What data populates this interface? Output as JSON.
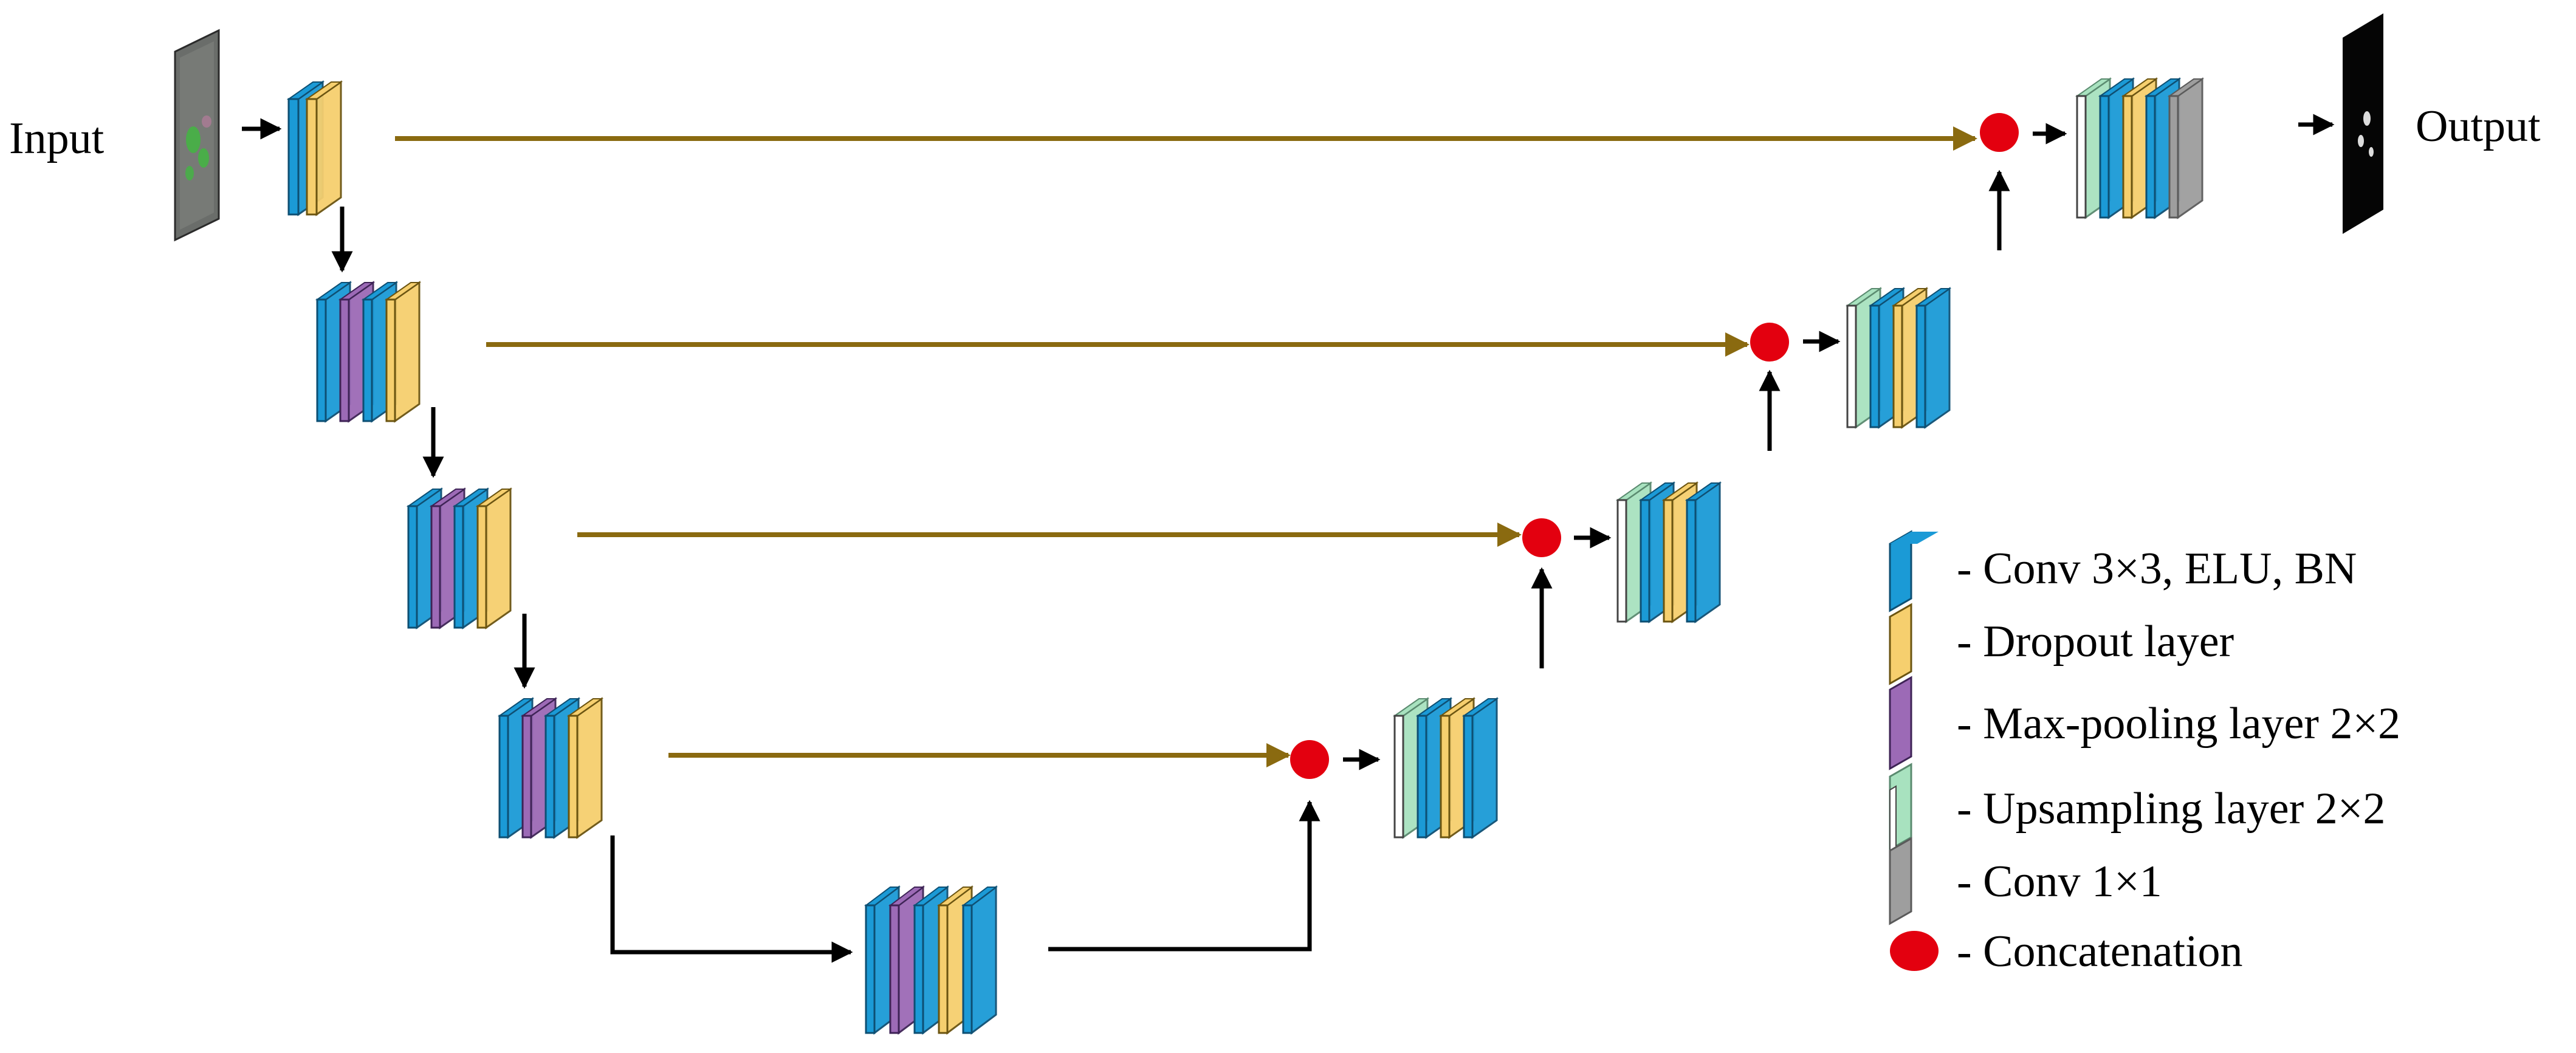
{
  "input_label": "Input",
  "output_label": "Output",
  "colors": {
    "conv": "#1b9ad6",
    "dropout": "#f6cf6e",
    "maxpool": "#9c6ab6",
    "upsample_front": "#ffffff",
    "upsample": "#a8e2bf",
    "conv1x1": "#9e9e9e",
    "concat": "#e3000f",
    "skip_arrow": "#8a6a10",
    "flow_arrow": "#000000"
  },
  "encoder_blocks": [
    {
      "name": "enc-block-1",
      "layers": [
        "conv",
        "dropout"
      ]
    },
    {
      "name": "enc-block-2",
      "layers": [
        "conv",
        "maxpool",
        "conv",
        "dropout"
      ]
    },
    {
      "name": "enc-block-3",
      "layers": [
        "conv",
        "maxpool",
        "conv",
        "dropout"
      ]
    },
    {
      "name": "enc-block-4",
      "layers": [
        "conv",
        "maxpool",
        "conv",
        "dropout"
      ]
    }
  ],
  "bottleneck_block": {
    "name": "bottleneck-block",
    "layers": [
      "conv",
      "maxpool",
      "conv",
      "dropout",
      "conv"
    ]
  },
  "decoder_blocks": [
    {
      "name": "dec-block-4",
      "layers": [
        "upsample",
        "conv",
        "dropout",
        "conv"
      ]
    },
    {
      "name": "dec-block-3",
      "layers": [
        "upsample",
        "conv",
        "dropout",
        "conv"
      ]
    },
    {
      "name": "dec-block-2",
      "layers": [
        "upsample",
        "conv",
        "dropout",
        "conv"
      ]
    },
    {
      "name": "dec-block-1",
      "layers": [
        "upsample",
        "conv",
        "dropout",
        "conv",
        "conv1x1"
      ]
    }
  ],
  "legend": [
    {
      "key": "conv",
      "label": "- Conv 3×3, ELU, BN"
    },
    {
      "key": "dropout",
      "label": "- Dropout layer"
    },
    {
      "key": "maxpool",
      "label": "- Max-pooling layer 2×2"
    },
    {
      "key": "upsample",
      "label": "- Upsampling layer 2×2"
    },
    {
      "key": "conv1x1",
      "label": "- Conv 1×1"
    },
    {
      "key": "concat",
      "label": "- Concatenation"
    }
  ]
}
